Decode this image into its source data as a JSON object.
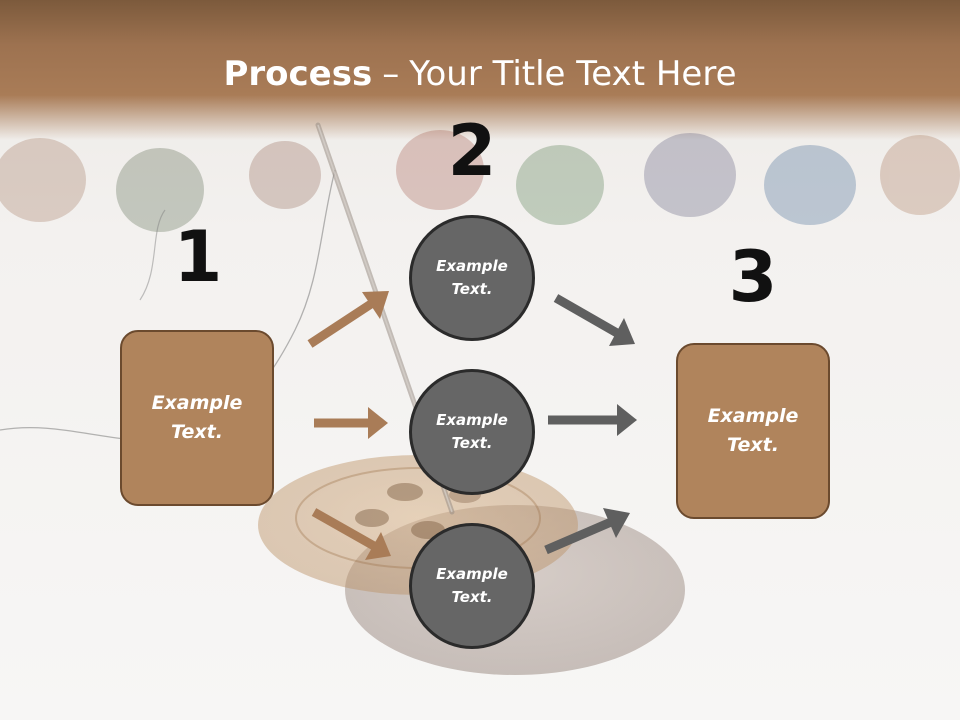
{
  "title": {
    "strong": "Process",
    "separator": "–",
    "rest": "Your Title Text Here"
  },
  "steps": {
    "one": {
      "number": "1",
      "box_text": "Example Text."
    },
    "two": {
      "number": "2",
      "circles": [
        {
          "text": "Example Text."
        },
        {
          "text": "Example Text."
        },
        {
          "text": "Example Text."
        }
      ]
    },
    "three": {
      "number": "3",
      "box_text": "Example Text."
    }
  },
  "colors": {
    "box_fill": "#b0845c",
    "box_border": "#6b4a2e",
    "circle_fill": "#666666",
    "circle_border": "#2b2b2b",
    "arrow_brown": "#a97c57",
    "arrow_gray": "#5f5f5f",
    "header_band": "#a97c57"
  }
}
